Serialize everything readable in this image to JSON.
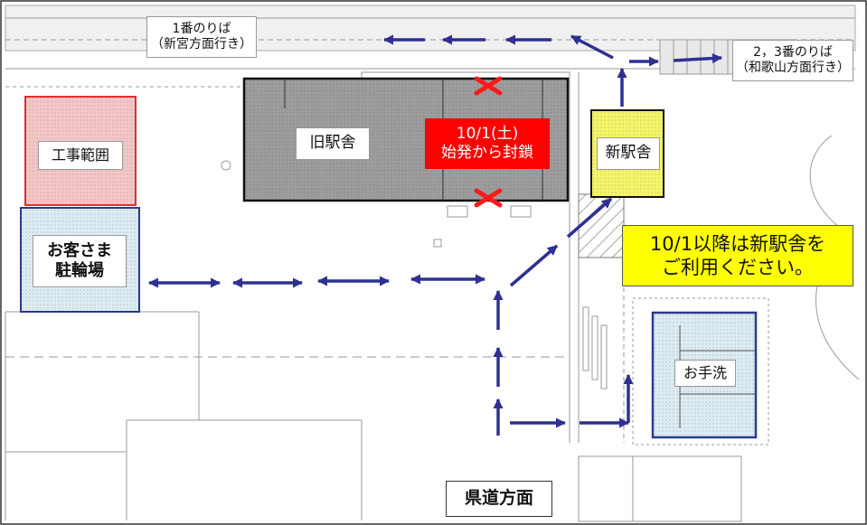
{
  "labels": {
    "platform1": "1番のりば\n（新宮方面行き）",
    "platform23": "2，3番のりば\n（和歌山方面行き）",
    "construction_area": "工事範囲",
    "bicycle_parking": "お客さま\n駐輪場",
    "old_station": "旧駅舎",
    "closure_notice": "10/1(土)\n始発から封鎖",
    "new_station": "新駅舎",
    "new_station_notice": "10/1以降は新駅舎を\nご利用ください。",
    "restroom": "お手洗",
    "prefectural_road": "県道方面"
  },
  "colors": {
    "closure_red": "#ff0000",
    "arrow_navy": "#2e3192",
    "notice_yellow": "#ffff00",
    "new_station_yellow": "#f5f56a",
    "construction_pink": "#f4c7c7",
    "bicycle_blue": "#dcecf2",
    "old_station_gray": "#9d9d9d"
  },
  "icons": [
    "closed-x-icon"
  ]
}
